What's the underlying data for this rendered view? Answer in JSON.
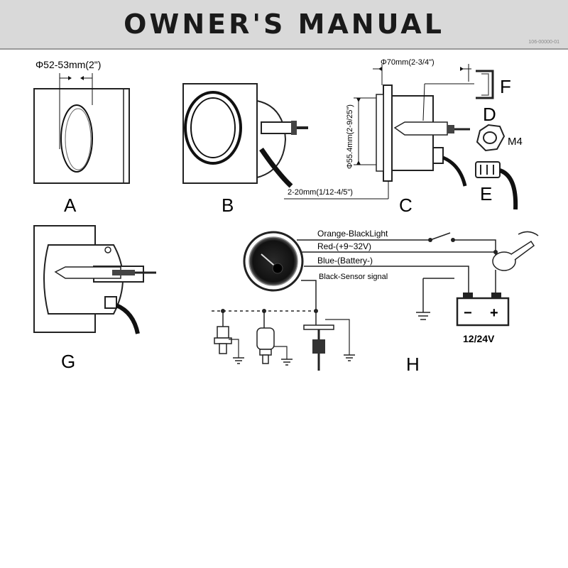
{
  "header": {
    "title": "OWNER'S MANUAL",
    "code": "106-00000-01"
  },
  "panels": {
    "a": {
      "letter": "A",
      "hole_dimension": "Φ52-53mm(2\")"
    },
    "b": {
      "letter": "B"
    },
    "c": {
      "letter": "C",
      "outer_diameter": "Φ70mm(2-3/4\")",
      "body_diameter": "Φ55.4mm(2-9/25\")",
      "panel_thickness": "2-20mm(1/12-4/5\")"
    },
    "d": {
      "letter": "D",
      "nut_label": "M4"
    },
    "e": {
      "letter": "E"
    },
    "f": {
      "letter": "F"
    },
    "g": {
      "letter": "G"
    },
    "h": {
      "letter": "H",
      "wires": {
        "orange": "Orange-BlackLight",
        "red": "Red-(+9~32V)",
        "blue": "Blue-(Battery-)",
        "black": "Black-Sensor signal"
      },
      "battery_label": "12/24V",
      "battery_minus": "−",
      "battery_plus": "+"
    }
  }
}
